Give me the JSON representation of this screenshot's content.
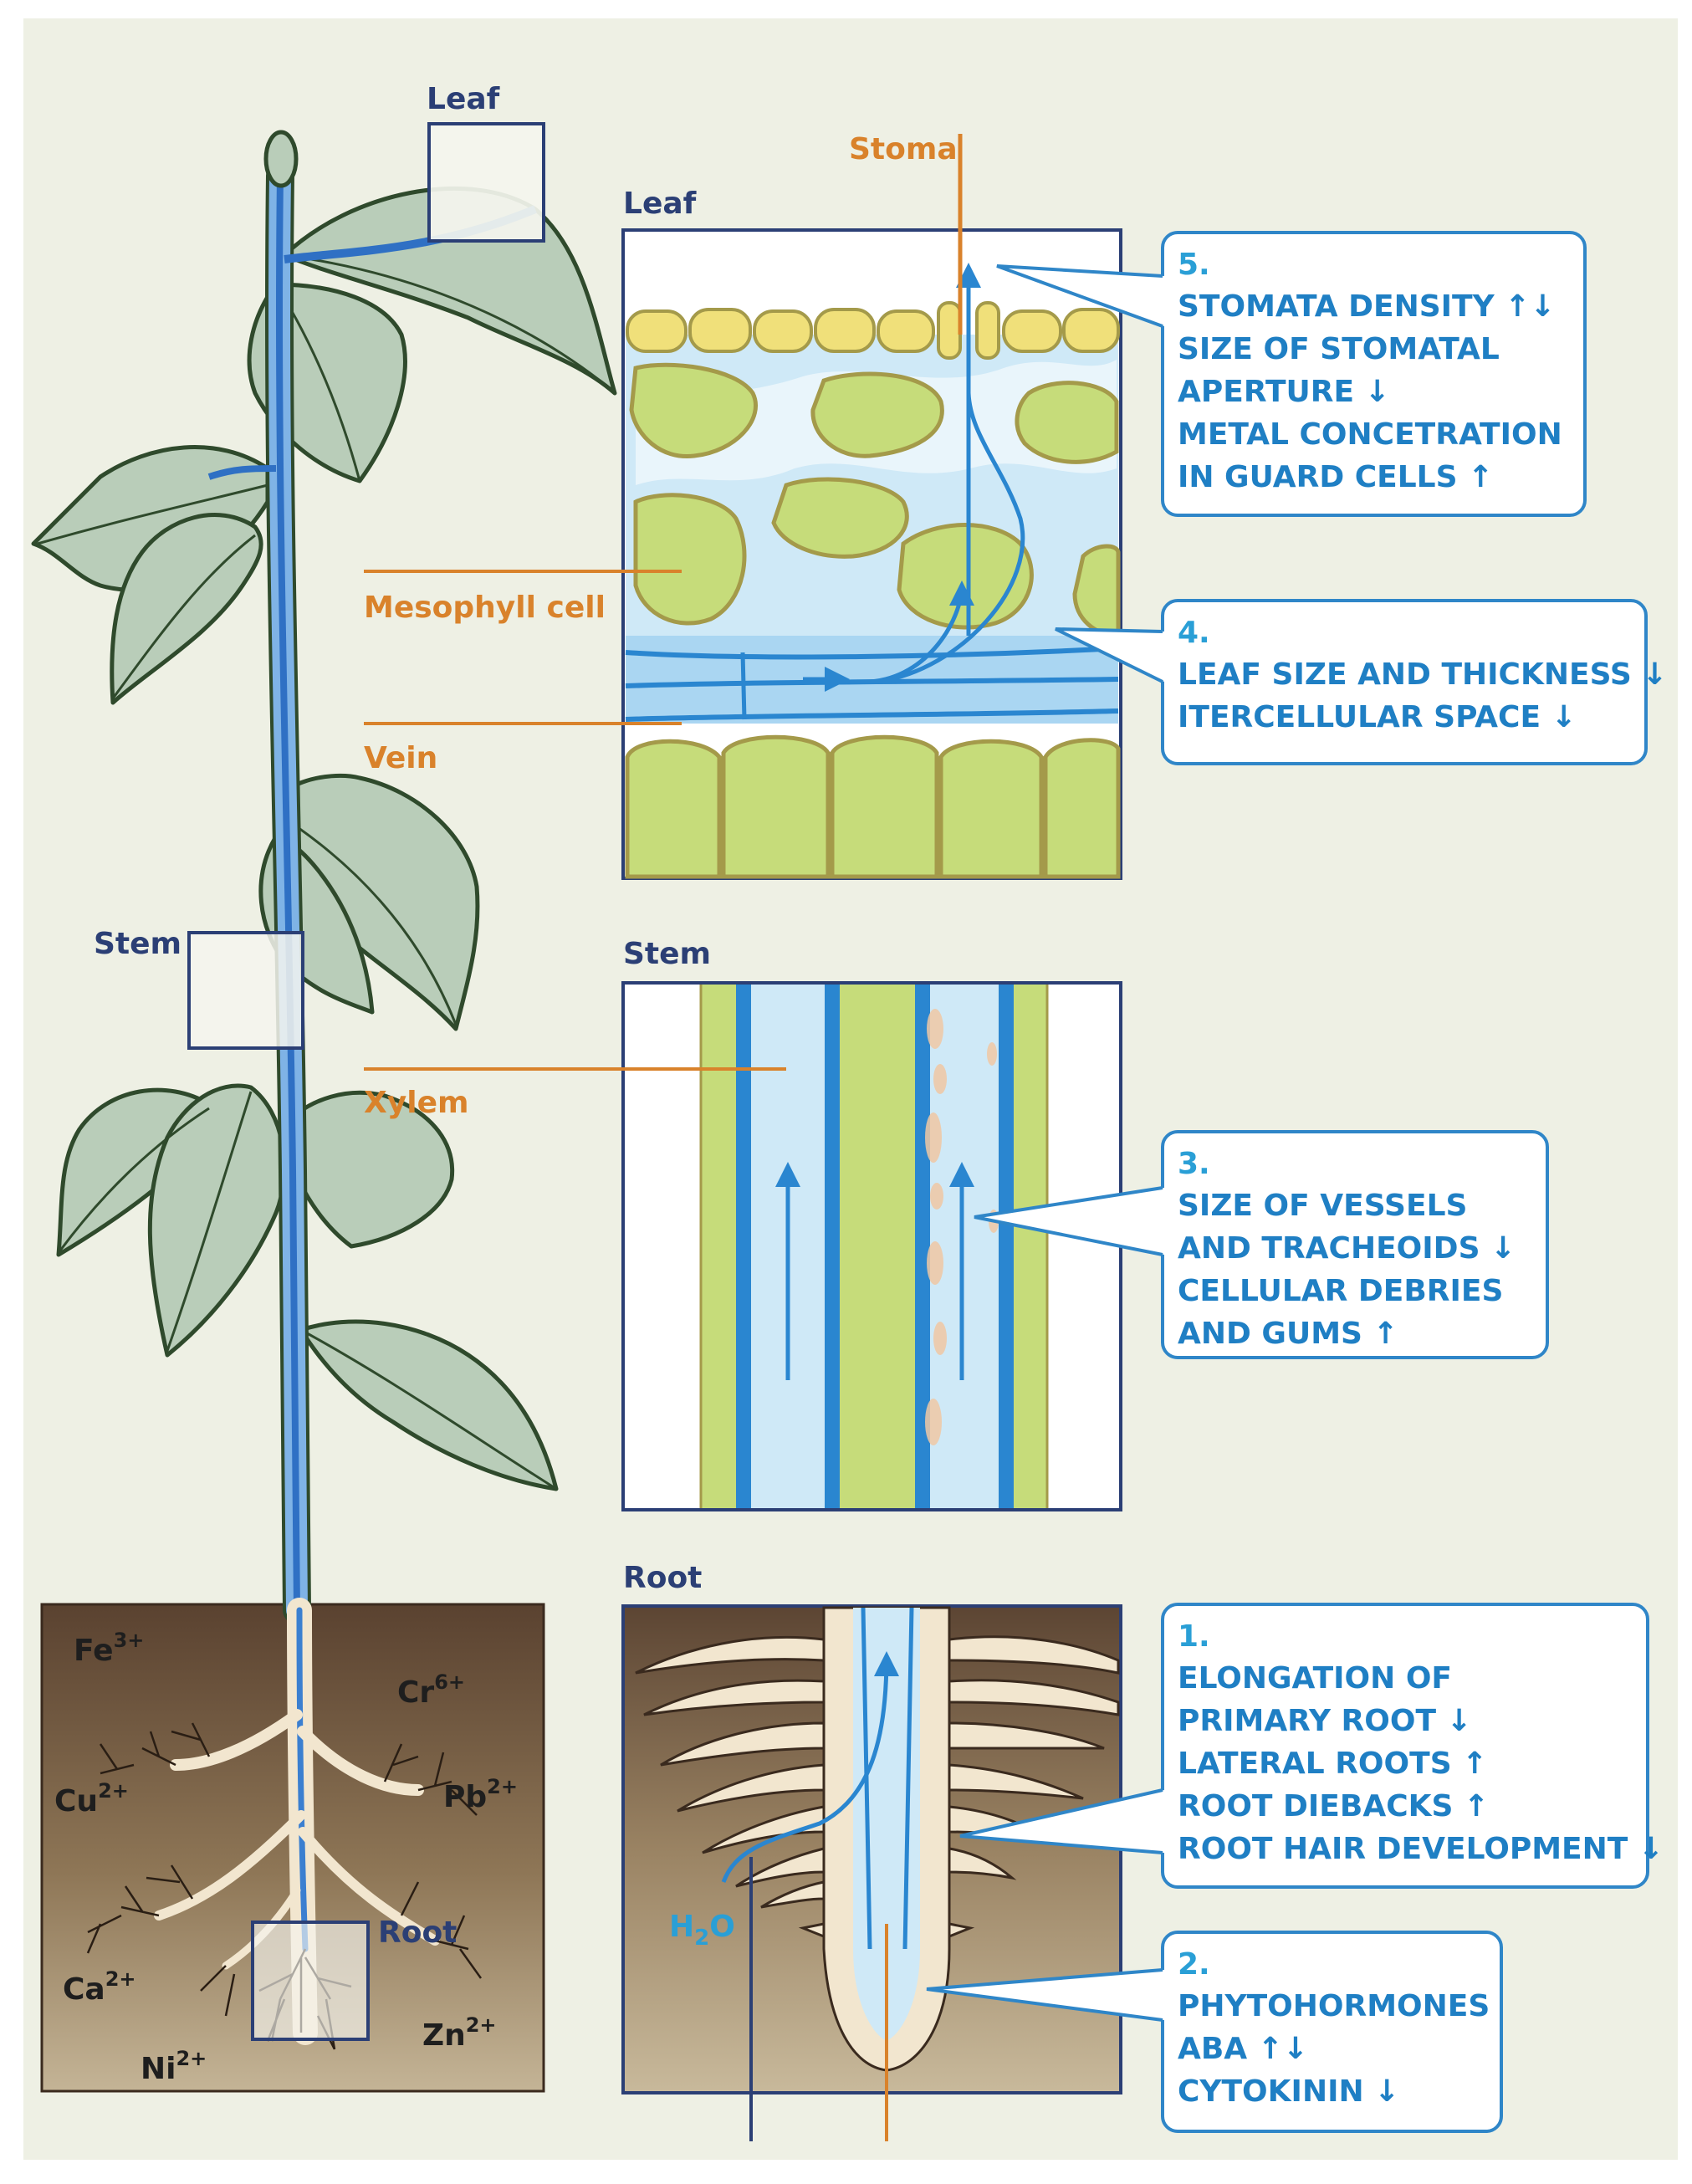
{
  "labels": {
    "plant_leaf": "Leaf",
    "plant_stem": "Stem",
    "plant_root": "Root",
    "panel_leaf": "Leaf",
    "panel_stem": "Stem",
    "panel_root": "Root",
    "stoma": "Stoma",
    "mesophyll": "Mesophyll cell",
    "vein": "Vein",
    "xylem": "Xylem",
    "h2o_main": "H",
    "h2o_sub": "2",
    "h2o_end": "O"
  },
  "ions": [
    {
      "base": "Fe",
      "charge": "3+"
    },
    {
      "base": "Cr",
      "charge": "6+"
    },
    {
      "base": "Cu",
      "charge": "2+"
    },
    {
      "base": "Pb",
      "charge": "2+"
    },
    {
      "base": "Ca",
      "charge": "2+"
    },
    {
      "base": "Zn",
      "charge": "2+"
    },
    {
      "base": "Ni",
      "charge": "2+"
    }
  ],
  "callouts": {
    "c5": {
      "num": "5.",
      "lines": [
        "STOMATA DENSITY ↑↓",
        "SIZE OF STOMATAL",
        "APERTURE ↓",
        "METAL CONCETRATION",
        "IN GUARD CELLS ↑"
      ]
    },
    "c4": {
      "num": "4.",
      "lines": [
        "LEAF SIZE AND THICKNESS ↓",
        "ITERCELLULAR SPACE ↓"
      ]
    },
    "c3": {
      "num": "3.",
      "lines": [
        "SIZE OF VESSELS",
        "AND TRACHEOIDS ↓",
        "CELLULAR DEBRIES",
        "AND GUMS ↑"
      ]
    },
    "c1": {
      "num": "1.",
      "lines": [
        "ELONGATION OF",
        "PRIMARY ROOT ↓",
        "LATERAL ROOTS ↑",
        "ROOT DIEBACKS ↑",
        "ROOT HAIR DEVELOPMENT ↓"
      ]
    },
    "c2": {
      "num": "2.",
      "lines": [
        "PHYTOHORMONES",
        "ABA ↑↓",
        "CYTOKININ ↓"
      ]
    }
  },
  "colors": {
    "background": "#eef0e4",
    "soil_top": "#5a4230",
    "soil_bottom": "#c4b496",
    "leaf_fill": "#b9cdb9",
    "leaf_stroke": "#2f4a2c",
    "stem_blue": "#3b7fd0",
    "cell_green": "#c6dc7a",
    "cell_stroke": "#a49a4a",
    "guard_yellow": "#f0e07a",
    "water_light": "#cfe9f7",
    "callout_stroke": "#2f86c8",
    "label_orange": "#d9822b",
    "title_navy": "#2b3f75"
  }
}
